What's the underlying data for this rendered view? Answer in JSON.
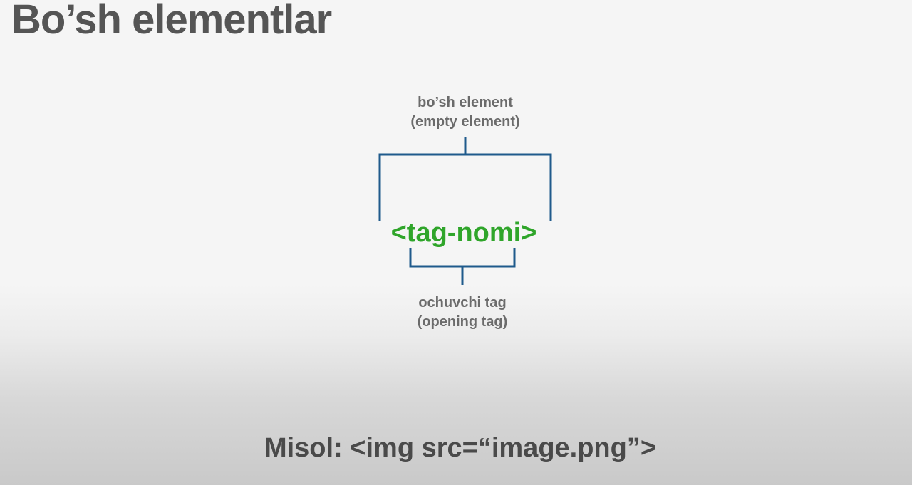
{
  "slide": {
    "title": "Bo’sh elementlar"
  },
  "diagram": {
    "top_label_line1": "bo’sh element",
    "top_label_line2": "(empty element)",
    "tag": "<tag-nomi>",
    "bottom_label_line1": "ochuvchi tag",
    "bottom_label_line2": "(opening tag)",
    "bracket_color": "#1f5a8c",
    "tag_color": "#2fa52a"
  },
  "example": {
    "text": "Misol: <img src=“image.png”>"
  }
}
